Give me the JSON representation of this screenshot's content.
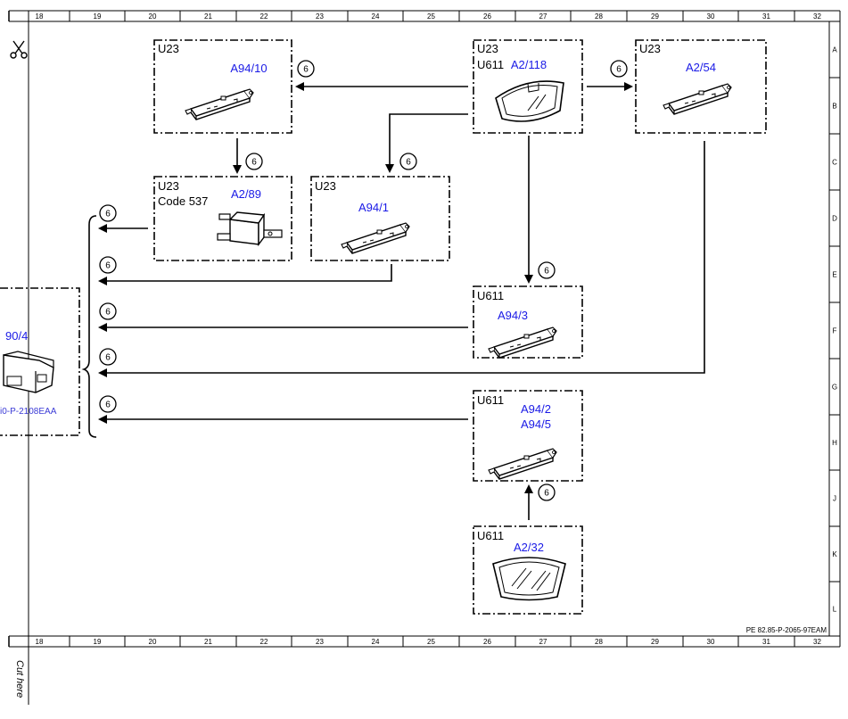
{
  "sheet": {
    "top_ruler": [
      "18",
      "19",
      "20",
      "21",
      "22",
      "23",
      "24",
      "25",
      "26",
      "27",
      "28",
      "29",
      "30",
      "31",
      "32"
    ],
    "bottom_ruler": [
      "18",
      "19",
      "20",
      "21",
      "22",
      "23",
      "24",
      "25",
      "26",
      "27",
      "28",
      "29",
      "30",
      "31",
      "32"
    ],
    "side_letters": [
      "A",
      "B",
      "C",
      "D",
      "E",
      "F",
      "G",
      "H",
      "J",
      "K",
      "L"
    ],
    "drawing_number": "PE 82.85-P-2065-97EAM",
    "cut_text": "Cut here"
  },
  "connector_number": "6",
  "boxes": {
    "a94_10": {
      "lines": [
        "U23"
      ],
      "part": "A94/10"
    },
    "a2_118": {
      "lines": [
        "U23",
        "U611"
      ],
      "part": "A2/118"
    },
    "a2_54": {
      "lines": [
        "U23"
      ],
      "part": "A2/54"
    },
    "a2_89": {
      "lines": [
        "U23",
        "Code 537"
      ],
      "part": "A2/89"
    },
    "a94_1": {
      "lines": [
        "U23"
      ],
      "part": "A94/1"
    },
    "a94_3": {
      "lines": [
        "U611"
      ],
      "part": "A94/3"
    },
    "a94_2_5": {
      "lines": [
        "U611"
      ],
      "parts": [
        "A94/2",
        "A94/5"
      ]
    },
    "a2_32": {
      "lines": [
        "U611"
      ],
      "part": "A2/32"
    },
    "left_partial": {
      "part": "90/4",
      "ref": "i0-P-2108EAA"
    }
  },
  "colors": {
    "part_label": "#1a1ae6",
    "line": "#000000"
  }
}
